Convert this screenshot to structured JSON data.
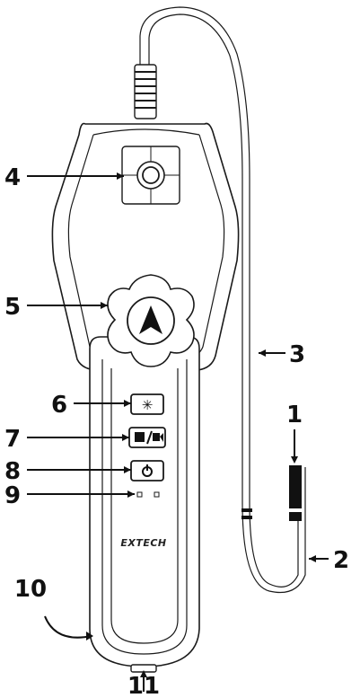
{
  "device": {
    "brand": "EXTECH",
    "button_glyphs": {
      "led": "✳",
      "capture": "▣/■◀",
      "power": "⏻"
    },
    "icons": {
      "led": "light-icon",
      "capture": "camera-video-icon",
      "power": "power-icon"
    }
  },
  "callouts": [
    "1",
    "2",
    "3",
    "4",
    "5",
    "6",
    "7",
    "8",
    "9",
    "10",
    "11"
  ]
}
